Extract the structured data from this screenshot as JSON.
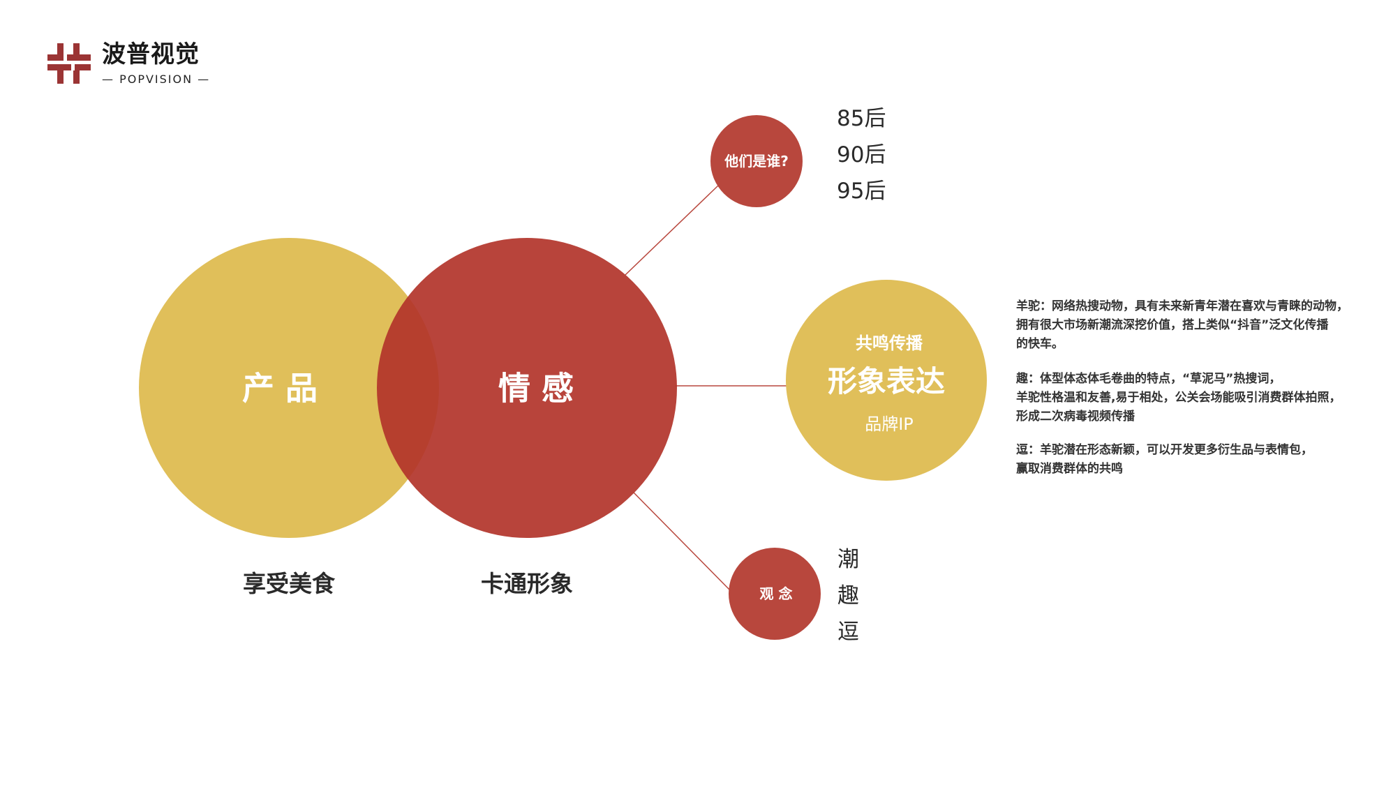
{
  "logo": {
    "name_cn": "波普视觉",
    "name_en": "POPVISION"
  },
  "colors": {
    "red": "#b8473d",
    "yellow": "#e0bf5a",
    "overlap": "#a0341a"
  },
  "venn": {
    "left": {
      "label": "产 品",
      "caption": "享受美食"
    },
    "right": {
      "label": "情 感",
      "caption": "卡通形象"
    }
  },
  "who": {
    "label": "他们是谁?",
    "items": [
      "85后",
      "90后",
      "95后"
    ]
  },
  "resonance": {
    "top": "共鸣传播",
    "main": "形象表达",
    "bottom": "品牌IP"
  },
  "concept": {
    "label": "观 念",
    "items": [
      "潮",
      "趣",
      "逗"
    ]
  },
  "descriptions": [
    [
      "羊驼：网络热搜动物，具有未来新青年潜在喜欢与青睐的动物，",
      "拥有很大市场新潮流深挖价值，搭上类似“抖音”泛文化传播",
      "的快车。"
    ],
    [
      "趣：体型体态体毛卷曲的特点，“草泥马”热搜词，",
      "羊驼性格温和友善,易于相处，公关会场能吸引消费群体拍照，",
      "形成二次病毒视频传播"
    ],
    [
      "逗：羊驼潜在形态新颖，可以开发更多衍生品与表情包，",
      "赢取消费群体的共鸣"
    ]
  ]
}
